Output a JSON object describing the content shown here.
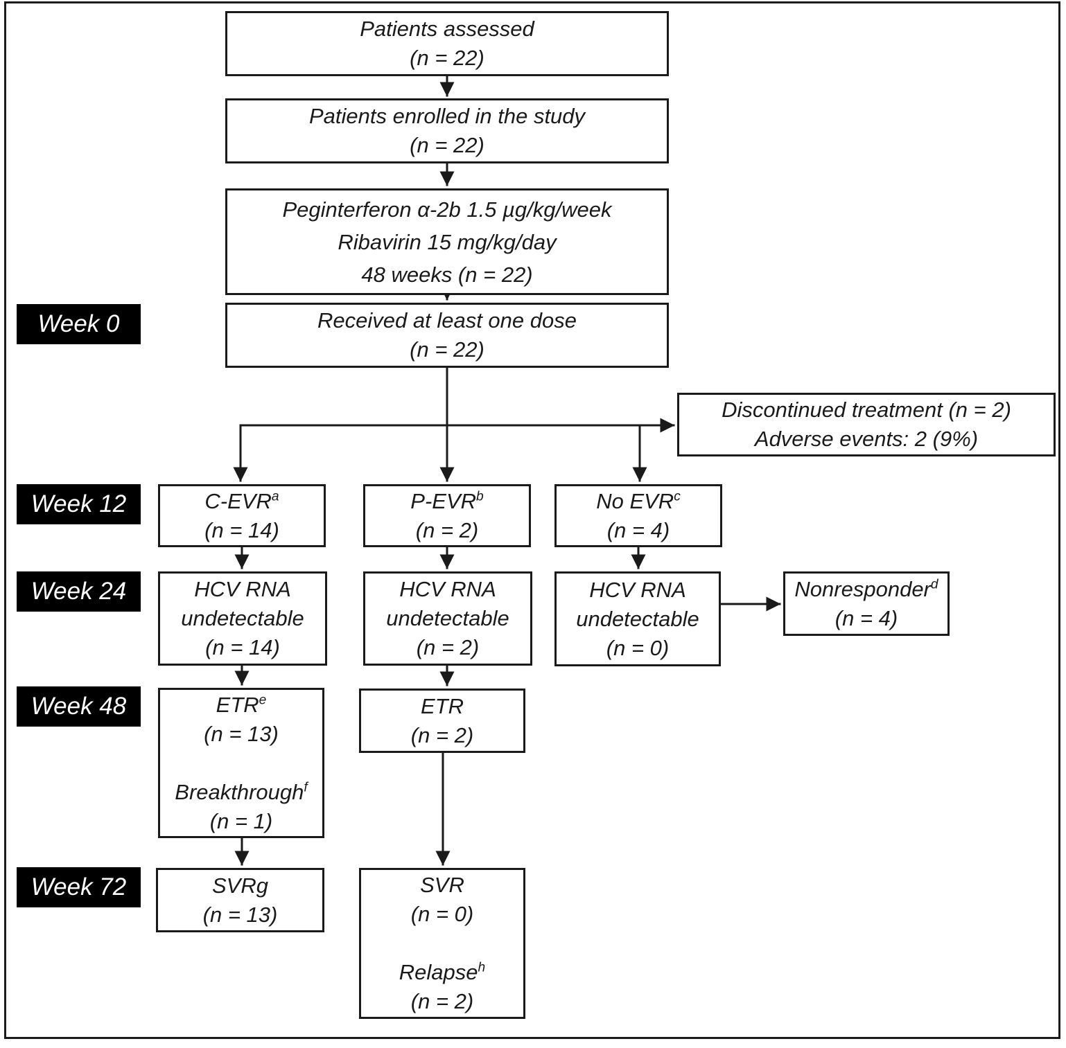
{
  "figure_type": "patient-flow-diagram",
  "colors": {
    "line": "#1a1a1a",
    "label_bg": "#000000",
    "label_text": "#ffffff",
    "box_bg": "#ffffff"
  },
  "week_labels": {
    "w0": "Week 0",
    "w12": "Week 12",
    "w24": "Week 24",
    "w48": "Week 48",
    "w72": "Week 72"
  },
  "boxes": {
    "assessed": {
      "lines": [
        {
          "t": "Patients assessed"
        },
        {
          "t": "(n = 22)"
        }
      ]
    },
    "enrolled": {
      "lines": [
        {
          "t": "Patients enrolled in the study"
        },
        {
          "t": "(n = 22)"
        }
      ]
    },
    "treatment": {
      "lines": [
        {
          "t": "Peginterferon α-2b 1.5 µg/kg/week"
        },
        {
          "t": "Ribavirin 15 mg/kg/day"
        },
        {
          "t": "48 weeks (n = 22)"
        }
      ]
    },
    "dose": {
      "lines": [
        {
          "t": "Received at least one dose"
        },
        {
          "t": "(n = 22)"
        }
      ]
    },
    "discontinued": {
      "lines": [
        {
          "t": "Discontinued treatment (n = 2)"
        },
        {
          "t": "Adverse events: 2 (9%)"
        }
      ]
    },
    "cevr": {
      "lines": [
        {
          "t": "C-EVR",
          "s": "a"
        },
        {
          "t": "(n = 14)"
        }
      ]
    },
    "pevr": {
      "lines": [
        {
          "t": "P-EVR",
          "s": "b"
        },
        {
          "t": "(n = 2)"
        }
      ]
    },
    "noevr": {
      "lines": [
        {
          "t": "No EVR",
          "s": "c"
        },
        {
          "t": "(n = 4)"
        }
      ]
    },
    "hcv1": {
      "lines": [
        {
          "t": "HCV RNA"
        },
        {
          "t": "undetectable"
        },
        {
          "t": "(n = 14)"
        }
      ]
    },
    "hcv2": {
      "lines": [
        {
          "t": "HCV RNA"
        },
        {
          "t": "undetectable"
        },
        {
          "t": "(n = 2)"
        }
      ]
    },
    "hcv3": {
      "lines": [
        {
          "t": "HCV RNA"
        },
        {
          "t": "undetectable"
        },
        {
          "t": "(n = 0)"
        }
      ]
    },
    "nonresponder": {
      "lines": [
        {
          "t": "Nonresponder",
          "s": "d"
        },
        {
          "t": "(n = 4)"
        }
      ]
    },
    "etr1": {
      "lines": [
        {
          "t": "ETR",
          "s": "e"
        },
        {
          "t": "(n = 13)"
        },
        {
          "t": ""
        },
        {
          "t": "Breakthrough",
          "s": "f"
        },
        {
          "t": "(n = 1)"
        }
      ]
    },
    "etr2": {
      "lines": [
        {
          "t": "ETR"
        },
        {
          "t": "(n = 2)"
        }
      ]
    },
    "svr1": {
      "lines": [
        {
          "t": "SVRg"
        },
        {
          "t": "(n = 13)"
        }
      ]
    },
    "svr2": {
      "lines": [
        {
          "t": "SVR"
        },
        {
          "t": "(n = 0)"
        },
        {
          "t": ""
        },
        {
          "t": "Relapse",
          "s": "h"
        },
        {
          "t": "(n = 2)"
        }
      ]
    }
  }
}
